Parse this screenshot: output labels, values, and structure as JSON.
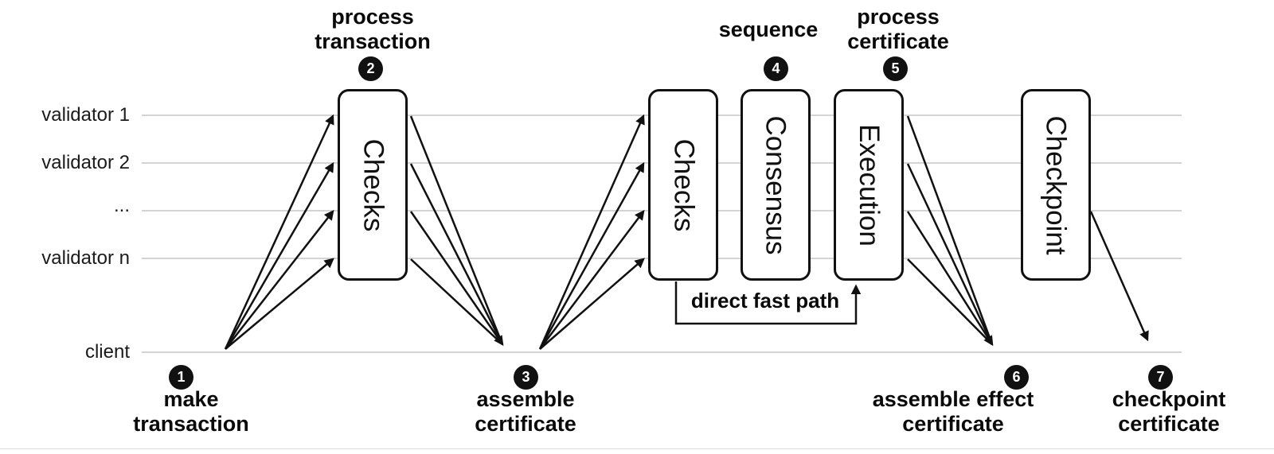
{
  "diagram": {
    "lanes": [
      {
        "label": "validator 1"
      },
      {
        "label": "validator 2"
      },
      {
        "label": "..."
      },
      {
        "label": "validator n"
      },
      {
        "label": "client"
      }
    ],
    "boxes": [
      {
        "label": "Checks"
      },
      {
        "label": "Checks"
      },
      {
        "label": "Consensus"
      },
      {
        "label": "Execution"
      },
      {
        "label": "Checkpoint"
      }
    ],
    "steps": [
      {
        "num": "1",
        "line1": "make",
        "line2": "transaction"
      },
      {
        "num": "2",
        "line1": "process",
        "line2": "transaction"
      },
      {
        "num": "3",
        "line1": "assemble",
        "line2": "certificate"
      },
      {
        "num": "4",
        "line1": "sequence"
      },
      {
        "num": "5",
        "line1": "process",
        "line2": "certificate"
      },
      {
        "num": "6",
        "line1": "assemble effect",
        "line2": "certificate"
      },
      {
        "num": "7",
        "line1": "checkpoint",
        "line2": "certificate"
      }
    ],
    "fast_path_label": "direct fast path",
    "colors": {
      "ink": "#111111",
      "lane_line": "#c5c5c5",
      "badge_bg": "#111111",
      "badge_text": "#ffffff",
      "background": "#ffffff"
    }
  }
}
